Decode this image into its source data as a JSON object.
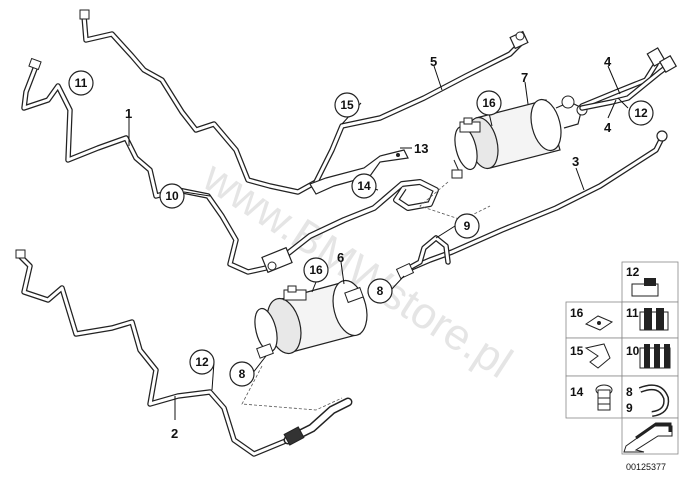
{
  "watermark": "www.BMWstore.pl",
  "doc_number": "00125377",
  "callouts": {
    "c1": "1",
    "c2": "2",
    "c3": "3",
    "c4a": "4",
    "c4b": "4",
    "c5": "5",
    "c6": "6",
    "c7": "7",
    "c8a": "8",
    "c8b": "8",
    "c9": "9",
    "c10": "10",
    "c11": "11",
    "c12a": "12",
    "c12b": "12",
    "c13": "13",
    "c14": "14",
    "c15": "15",
    "c16a": "16",
    "c16b": "16"
  },
  "legend": {
    "r1": "12",
    "r2a": "16",
    "r2b": "11",
    "r3a": "15",
    "r3b": "10",
    "r4a": "14",
    "r4b": "8",
    "r4c": "9"
  }
}
